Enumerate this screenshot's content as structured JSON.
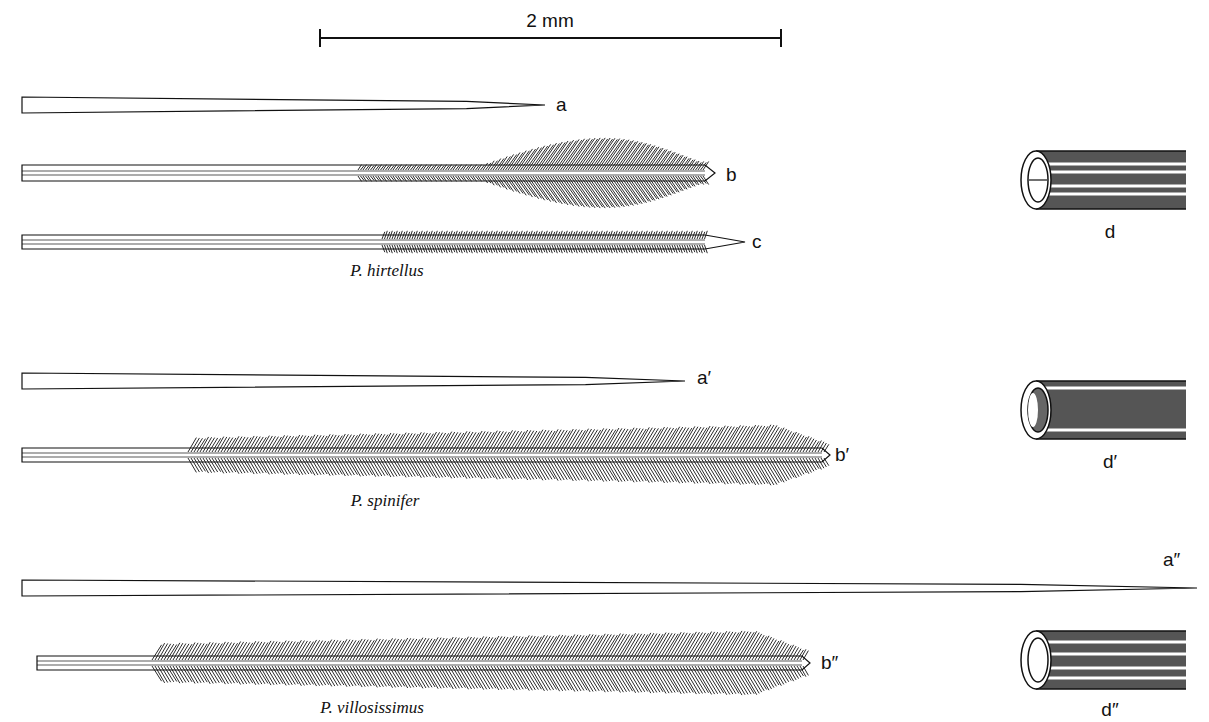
{
  "diagram": {
    "labels": [
      "2 mm",
      "a",
      "b",
      "d",
      "c",
      "P. hirtellus",
      "a′",
      "d′",
      "b′",
      "P. spinifer",
      "a″",
      "b″",
      "d″",
      "P. villosissimus"
    ]
  }
}
